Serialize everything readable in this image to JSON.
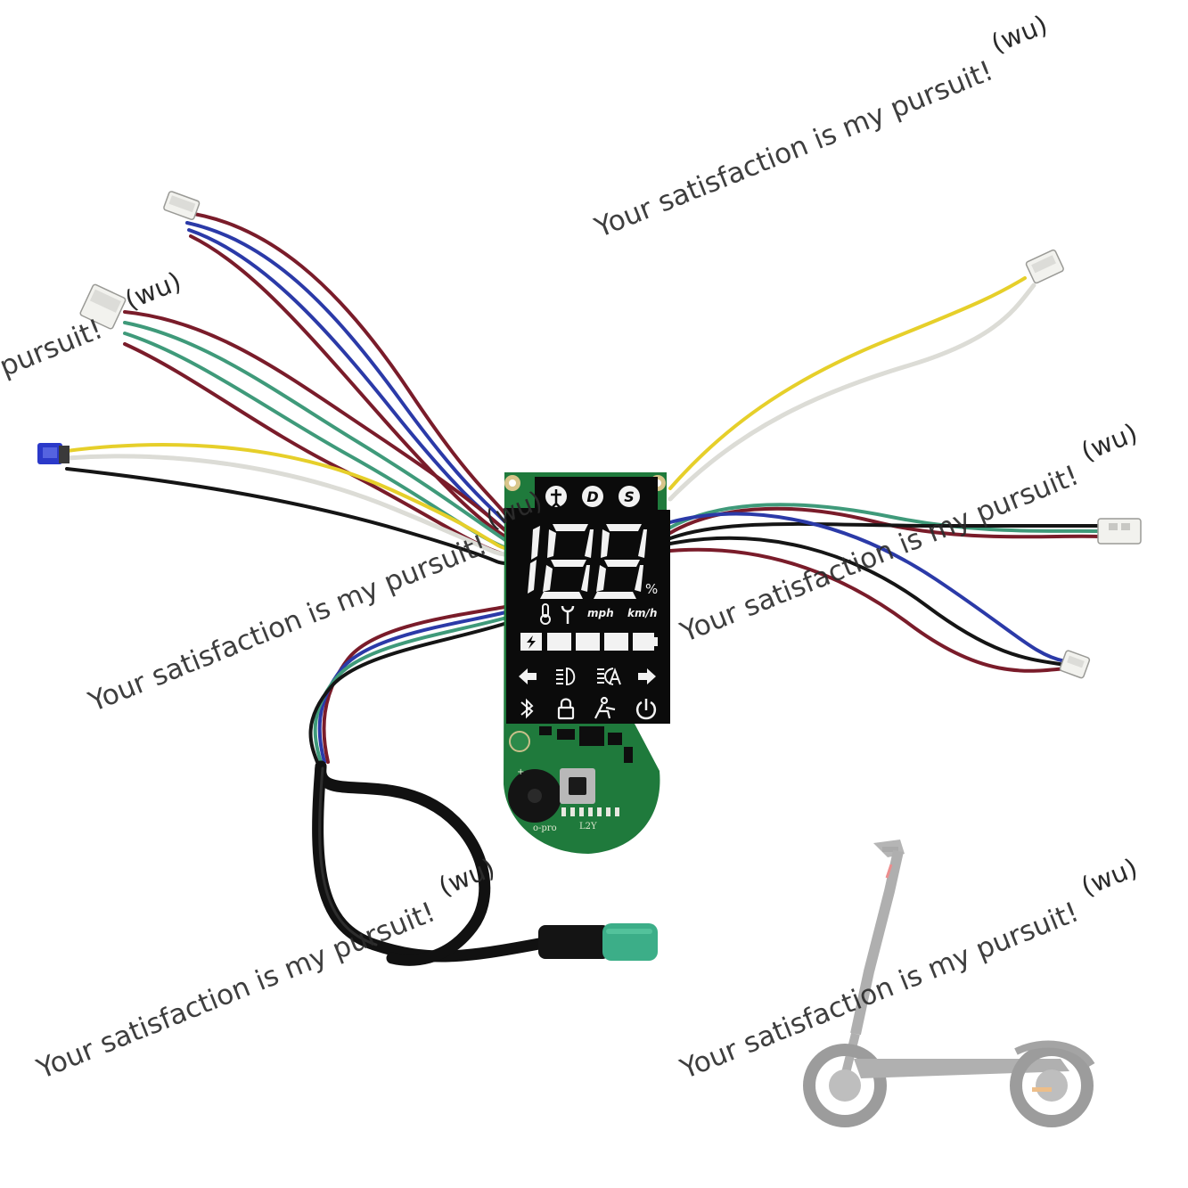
{
  "display": {
    "mode_icons": [
      "walk-mode-icon",
      "D",
      "S"
    ],
    "speed_readout": "188",
    "percent_symbol": "%",
    "unit_mph": "mph",
    "unit_kmh": "km/h",
    "icons_row1": [
      "thermometer-icon",
      "wrench-icon"
    ],
    "battery_segments": 5,
    "icons_row3": [
      "left-arrow-icon",
      "headlight-icon",
      "auto-headlight-icon",
      "right-arrow-icon"
    ],
    "icons_row4": [
      "bluetooth-icon",
      "lock-icon",
      "cruise-icon",
      "power-icon"
    ]
  },
  "pcb": {
    "silk_left": "o-pro",
    "silk_right": "L2Y",
    "silk_plus": "+"
  },
  "watermarks": [
    {
      "text": "Your satisfaction is my pursuit!",
      "tag": "(wu)"
    },
    {
      "text": "pursuit!",
      "tag": "(wu)"
    },
    {
      "text": "Your satisfaction is my pursuit!",
      "tag": "(wu)"
    },
    {
      "text": "Your satisfaction is my pursuit!",
      "tag": "(wu)"
    },
    {
      "text": "Your satisfaction is my pursuit!",
      "tag": "(wu)"
    },
    {
      "text": "Your satisfaction is my pursuit!",
      "tag": "(wu)"
    }
  ],
  "colors": {
    "wire_red": "#7a1c2a",
    "wire_blue": "#2b3aa8",
    "wire_green": "#3f9a7a",
    "wire_yellow": "#e6cf2a",
    "wire_white": "#e9e9e4",
    "wire_black": "#151515",
    "pcb_green": "#1f7a3c",
    "lcd_black": "#0b0b0b",
    "connector_teal": "#3cae88",
    "connector_blue": "#2b39c9"
  }
}
